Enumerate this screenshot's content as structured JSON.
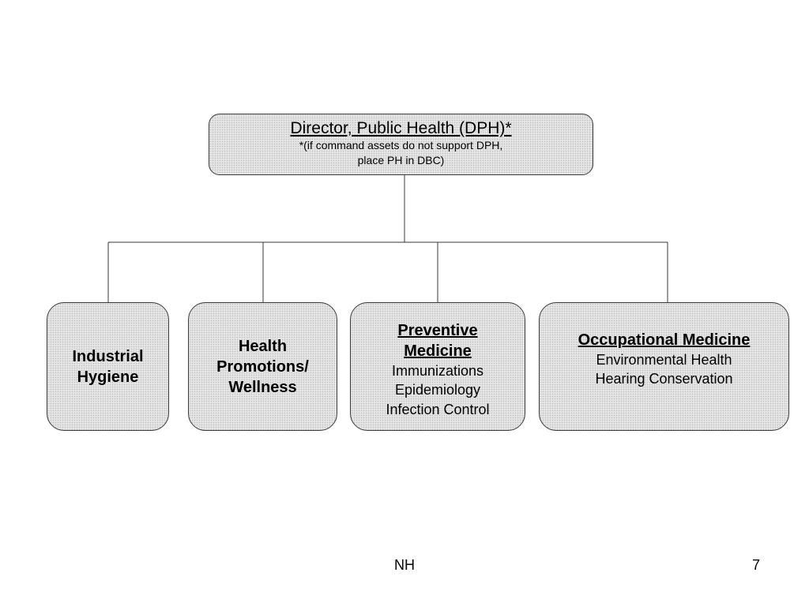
{
  "director": {
    "title": "Director, Public Health (DPH)*",
    "note_lines": [
      "*(if command assets do not support DPH,",
      "place PH in DBC)"
    ]
  },
  "units": [
    {
      "key": "industrial-hygiene",
      "title_lines": [
        "Industrial",
        "Hygiene"
      ],
      "underlined": false,
      "sub_lines": []
    },
    {
      "key": "health-promotions",
      "title_lines": [
        "Health",
        "Promotions/",
        "Wellness"
      ],
      "underlined": false,
      "sub_lines": []
    },
    {
      "key": "preventive-medicine",
      "title_lines": [
        "Preventive",
        "Medicine"
      ],
      "underlined": true,
      "sub_lines": [
        "Immunizations",
        "Epidemiology",
        "Infection Control"
      ]
    },
    {
      "key": "occupational-medicine",
      "title_lines": [
        "Occupational Medicine"
      ],
      "underlined": true,
      "sub_lines": [
        "Environmental Health",
        "Hearing Conservation"
      ]
    }
  ],
  "footer": {
    "left": "NH",
    "page_number": "7"
  },
  "colors": {
    "line": "#3a3a3a",
    "box_fill": "#e6e6e6",
    "text": "#000000"
  }
}
